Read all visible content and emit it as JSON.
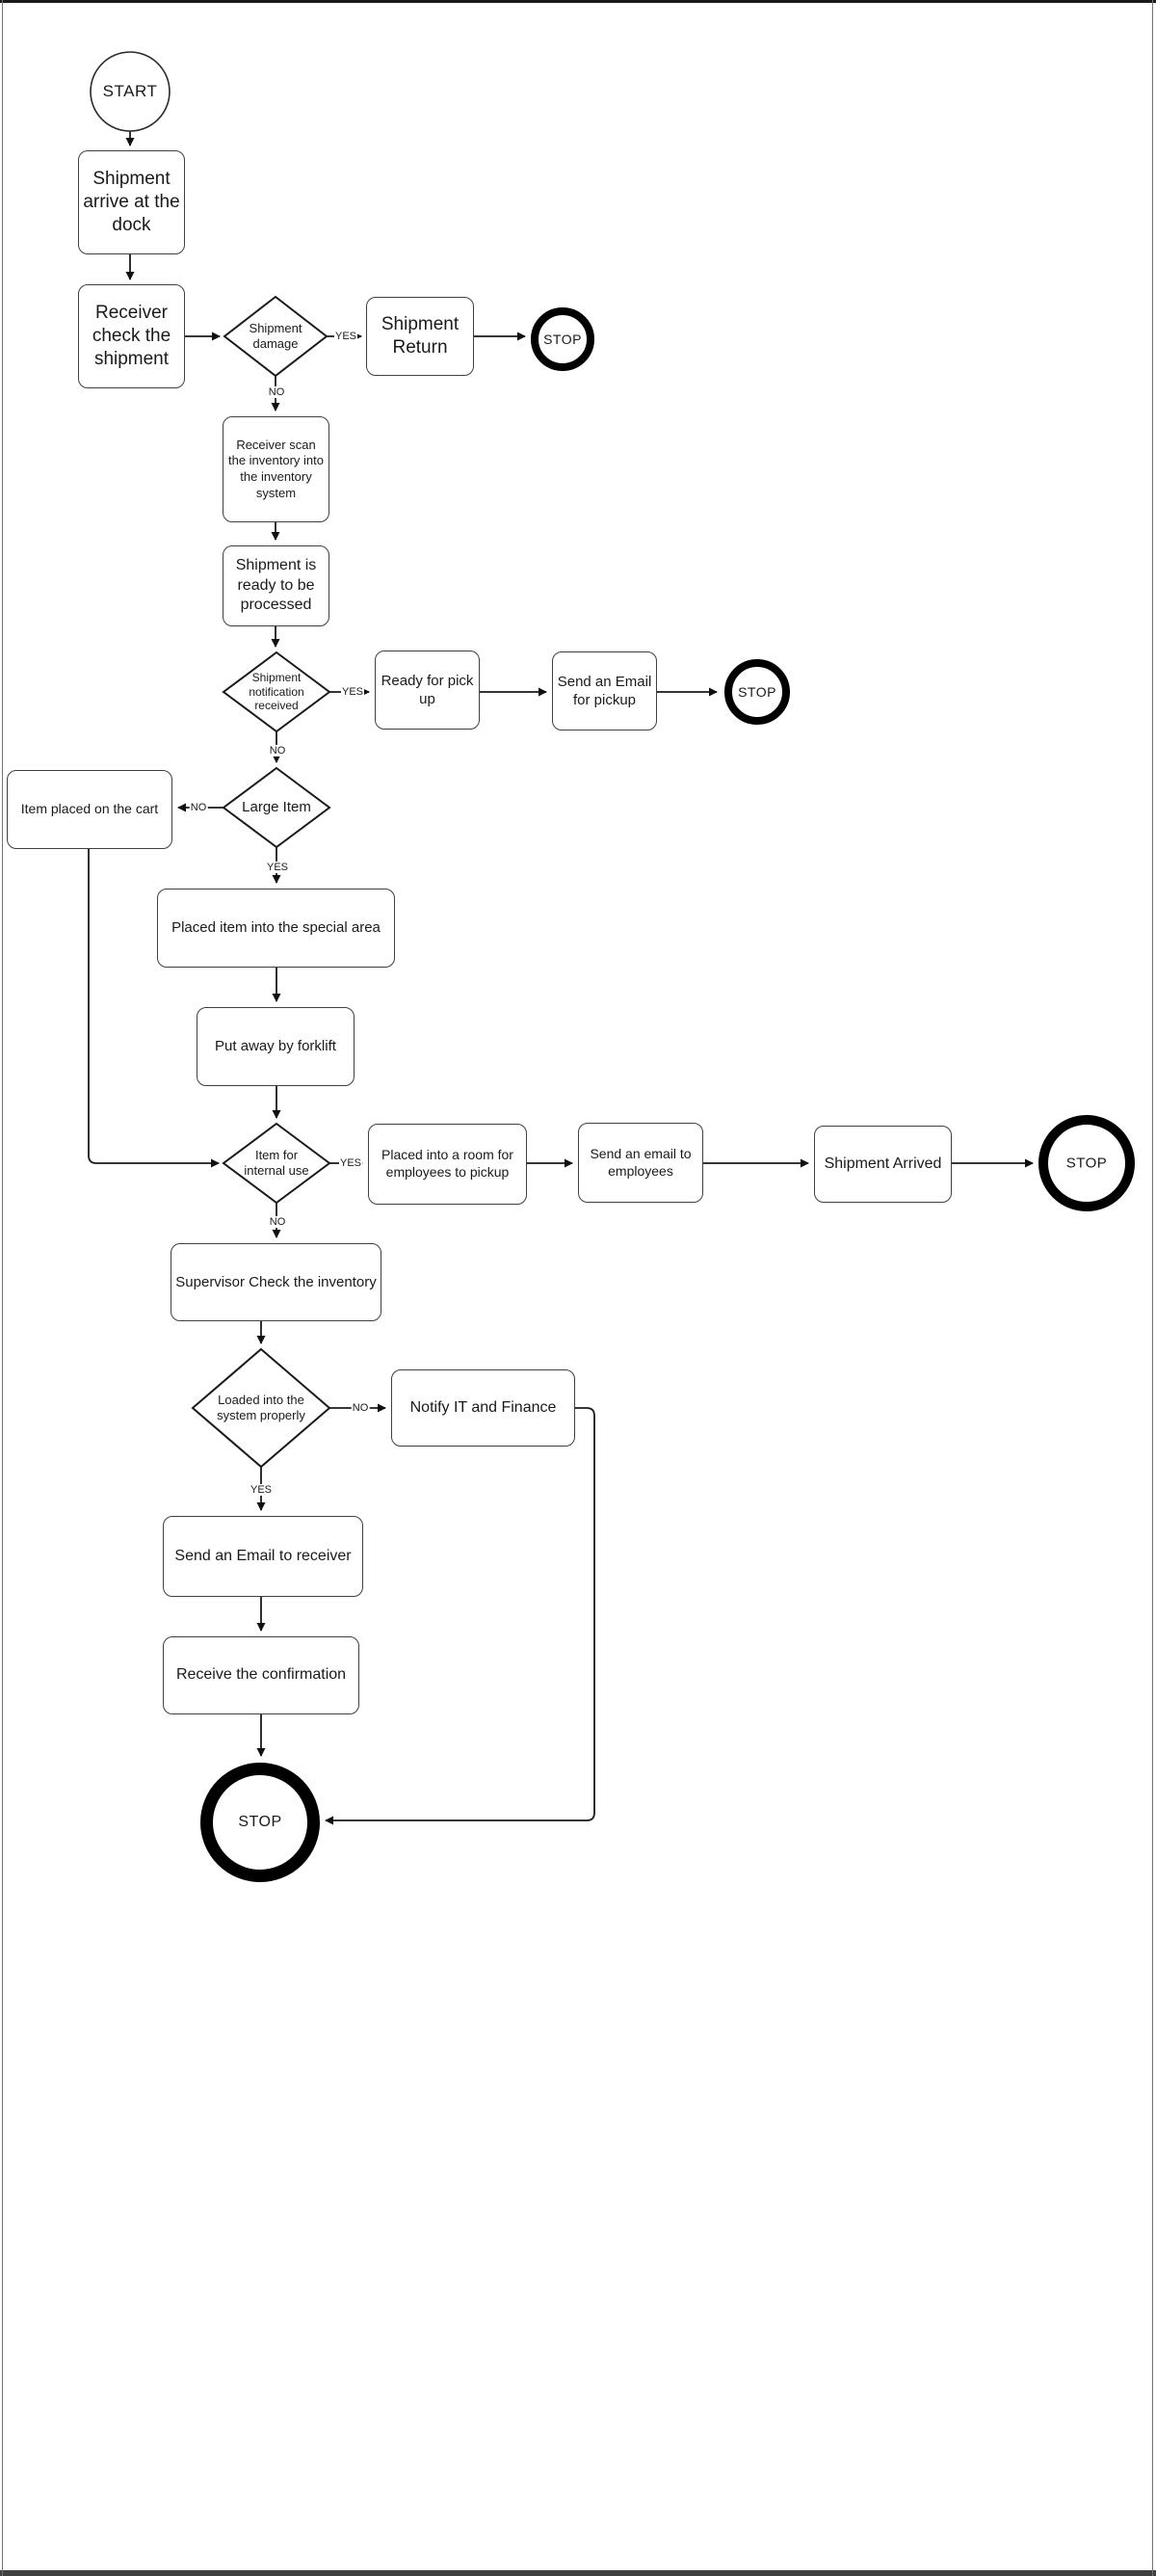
{
  "flowchart": {
    "start_label": "START",
    "stop_label": "STOP",
    "yes": "YES",
    "no": "NO",
    "processes": {
      "shipment_arrive": "Shipment arrive at the dock",
      "receiver_check": "Receiver check the shipment",
      "shipment_return": "Shipment Return",
      "receiver_scan": "Receiver scan the inventory into the inventory system",
      "shipment_ready": "Shipment is ready to be processed",
      "ready_pickup": "Ready for pick up",
      "email_pickup": "Send an Email for pickup",
      "item_cart": "Item placed on the cart",
      "special_area": "Placed item into the special area",
      "forklift": "Put away by forklift",
      "room_employees": "Placed into a room for employees to pickup",
      "email_employees": "Send an email to employees",
      "shipment_arrived": "Shipment Arrived",
      "supervisor_check": "Supervisor Check the inventory",
      "notify_it": "Notify IT and Finance",
      "email_receiver": "Send an Email to receiver",
      "receive_confirmation": "Receive the confirmation"
    },
    "decisions": {
      "shipment_damage": "Shipment damage",
      "notification_received": "Shipment notification received",
      "large_item": "Large Item",
      "internal_use": "Item for internal use",
      "loaded_properly": "Loaded into the system properly"
    },
    "colors": {
      "stroke": "#1a1a1a",
      "box_border": "#3f3f3f",
      "frame_top": "#1a1a1a",
      "frame_bottom": "#3f3f3f",
      "frame_side": "#757575",
      "background": "#ffffff"
    }
  }
}
